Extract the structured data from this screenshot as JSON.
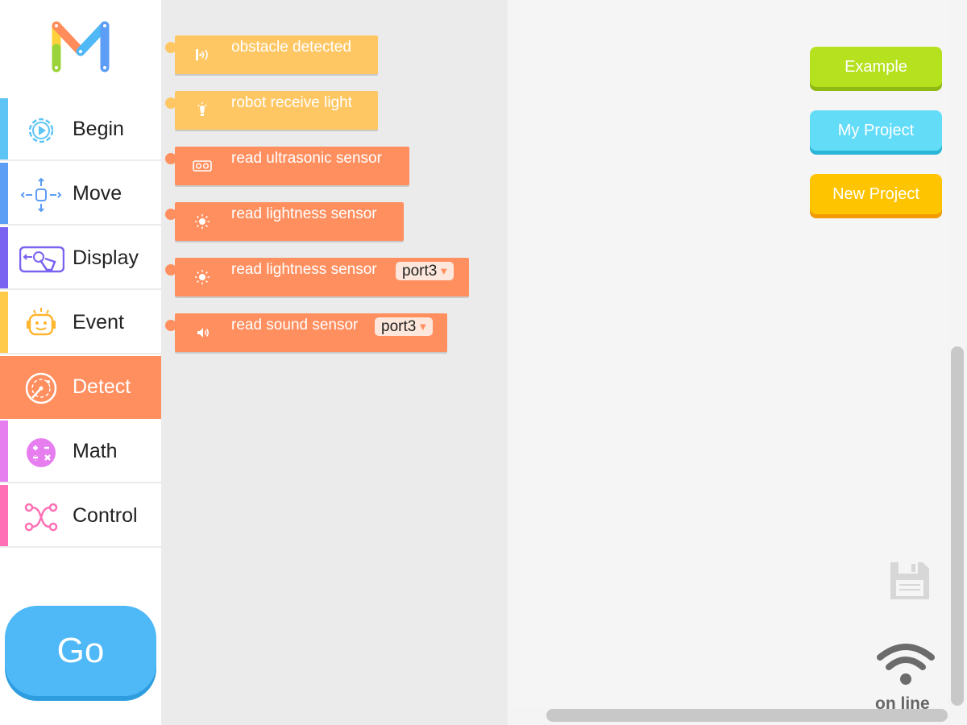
{
  "app": {
    "logo_icon": "m-logo-icon"
  },
  "sidebar": {
    "categories": [
      {
        "label": "Begin",
        "icon": "play-gear-icon",
        "color": "#5ec4f5"
      },
      {
        "label": "Move",
        "icon": "move-robot-icon",
        "color": "#5c9df5"
      },
      {
        "label": "Display",
        "icon": "touch-screen-icon",
        "color": "#7a63f0"
      },
      {
        "label": "Event",
        "icon": "robot-face-icon",
        "color": "#ffc94a"
      },
      {
        "label": "Detect",
        "icon": "radar-icon",
        "color": "#ff8f5f",
        "active": true
      },
      {
        "label": "Math",
        "icon": "math-icon",
        "color": "#e77ef0"
      },
      {
        "label": "Control",
        "icon": "control-flow-icon",
        "color": "#ff6fb5"
      }
    ],
    "go_label": "Go"
  },
  "palette": {
    "blocks": [
      {
        "text": "obstacle detected",
        "icon": "obstacle-sensor-icon",
        "color": "#ffc764"
      },
      {
        "text": "robot receive light",
        "icon": "light-bulb-icon",
        "color": "#ffc764"
      },
      {
        "text": "read ultrasonic sensor",
        "icon": "ultrasonic-icon",
        "color": "#ff8f5f"
      },
      {
        "text": "read lightness sensor",
        "icon": "sun-icon",
        "color": "#ff8f5f"
      },
      {
        "text": "read lightness sensor",
        "icon": "sun-icon",
        "color": "#ff8f5f",
        "dropdown": "port3"
      },
      {
        "text": "read sound sensor",
        "icon": "speaker-icon",
        "color": "#ff8f5f",
        "dropdown": "port3"
      }
    ],
    "dropdown_arrow": "▼"
  },
  "workspace": {
    "buttons": [
      {
        "label": "Example",
        "color": "#b6e11f",
        "shadow": "#8fb813"
      },
      {
        "label": "My Project",
        "color": "#63dcf8",
        "shadow": "#2bb6d8"
      },
      {
        "label": "New Project",
        "color": "#ffc400",
        "shadow": "#f29a00"
      }
    ],
    "save_icon": "save-icon",
    "connection_icon": "wifi-icon",
    "connection_status": "on line"
  }
}
